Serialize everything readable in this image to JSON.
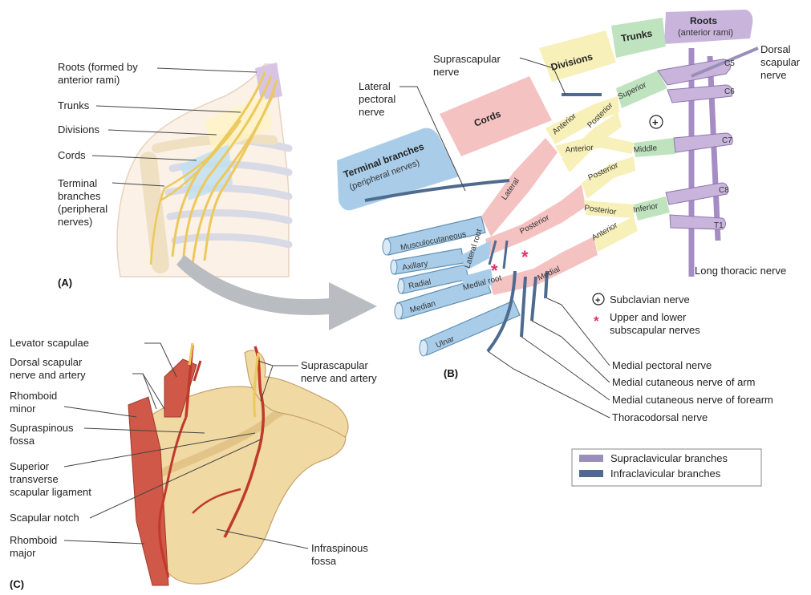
{
  "panels": {
    "a": "(A)",
    "b": "(B)",
    "c": "(C)"
  },
  "panel_a": {
    "roots_1": "Roots (formed by",
    "roots_2": "anterior rami)",
    "trunks": "Trunks",
    "divisions": "Divisions",
    "cords": "Cords",
    "terminal_1": "Terminal",
    "terminal_2": "branches",
    "terminal_3": "(peripheral",
    "terminal_4": "nerves)"
  },
  "panel_b": {
    "headers": {
      "roots": "Roots",
      "roots_sub": "(anterior rami)",
      "trunks": "Trunks",
      "divisions": "Divisions",
      "cords": "Cords",
      "terminal": "Terminal branches",
      "terminal_sub": "(peripheral nerves)"
    },
    "roots": [
      "C5",
      "C6",
      "C7",
      "C8",
      "T1"
    ],
    "trunks": {
      "superior": "Superior",
      "middle": "Middle",
      "inferior": "Inferior"
    },
    "divisions": {
      "anterior_1": "Anterior",
      "posterior_1": "Posterior",
      "anterior_2": "Anterior",
      "posterior_2": "Posterior",
      "posterior_3": "Posterior",
      "anterior_3": "Anterior"
    },
    "cords": {
      "lateral": "Lateral",
      "posterior": "Posterior",
      "medial": "Medial",
      "lateral_root": "Lateral root",
      "medial_root": "Medial root"
    },
    "terminal_nerves": {
      "musculocutaneous": "Musculocutaneous",
      "axillary": "Axillary",
      "radial": "Radial",
      "median": "Median",
      "ulnar": "Ulnar"
    },
    "labels": {
      "suprascapular_1": "Suprascapular",
      "suprascapular_2": "nerve",
      "lateral_pectoral_1": "Lateral",
      "lateral_pectoral_2": "pectoral",
      "lateral_pectoral_3": "nerve",
      "dorsal_scapular_1": "Dorsal",
      "dorsal_scapular_2": "scapular",
      "dorsal_scapular_3": "nerve",
      "long_thoracic": "Long thoracic nerve",
      "subclavian": "Subclavian nerve",
      "subscapular_1": "Upper and lower",
      "subscapular_2": "subscapular nerves",
      "medial_pectoral": "Medial pectoral nerve",
      "medial_cut_arm": "Medial cutaneous nerve of arm",
      "medial_cut_forearm": "Medial cutaneous nerve of forearm",
      "thoracodorsal": "Thoracodorsal nerve"
    },
    "legend": {
      "supraclavicular": "Supraclavicular branches",
      "infraclavicular": "Infraclavicular branches"
    },
    "symbols": {
      "plus": "+",
      "star": "*"
    }
  },
  "panel_c": {
    "levator_scapulae": "Levator scapulae",
    "dorsal_scapular_1": "Dorsal scapular",
    "dorsal_scapular_2": "nerve and artery",
    "rhomboid_minor_1": "Rhomboid",
    "rhomboid_minor_2": "minor",
    "supraspinous_1": "Supraspinous",
    "supraspinous_2": "fossa",
    "superior_ligament_1": "Superior",
    "superior_ligament_2": "transverse",
    "superior_ligament_3": "scapular ligament",
    "scapular_notch": "Scapular notch",
    "rhomboid_major_1": "Rhomboid",
    "rhomboid_major_2": "major",
    "suprascapular_1": "Suprascapular",
    "suprascapular_2": "nerve and artery",
    "infraspinous_1": "Infraspinous",
    "infraspinous_2": "fossa"
  },
  "colors": {
    "roots": "#c9b5dc",
    "trunks": "#bfe3bf",
    "divisions": "#f7f0b8",
    "cords": "#f5c2c2",
    "terminal": "#a9cde9",
    "supraclavicular": "#9b8fb9",
    "infraclavicular": "#4f6a8f",
    "nerve_yellow": "#ecc95c",
    "muscle": "#d05848",
    "bone": "#f0d9a2",
    "artery": "#c0392b",
    "star": "#e0306a"
  }
}
